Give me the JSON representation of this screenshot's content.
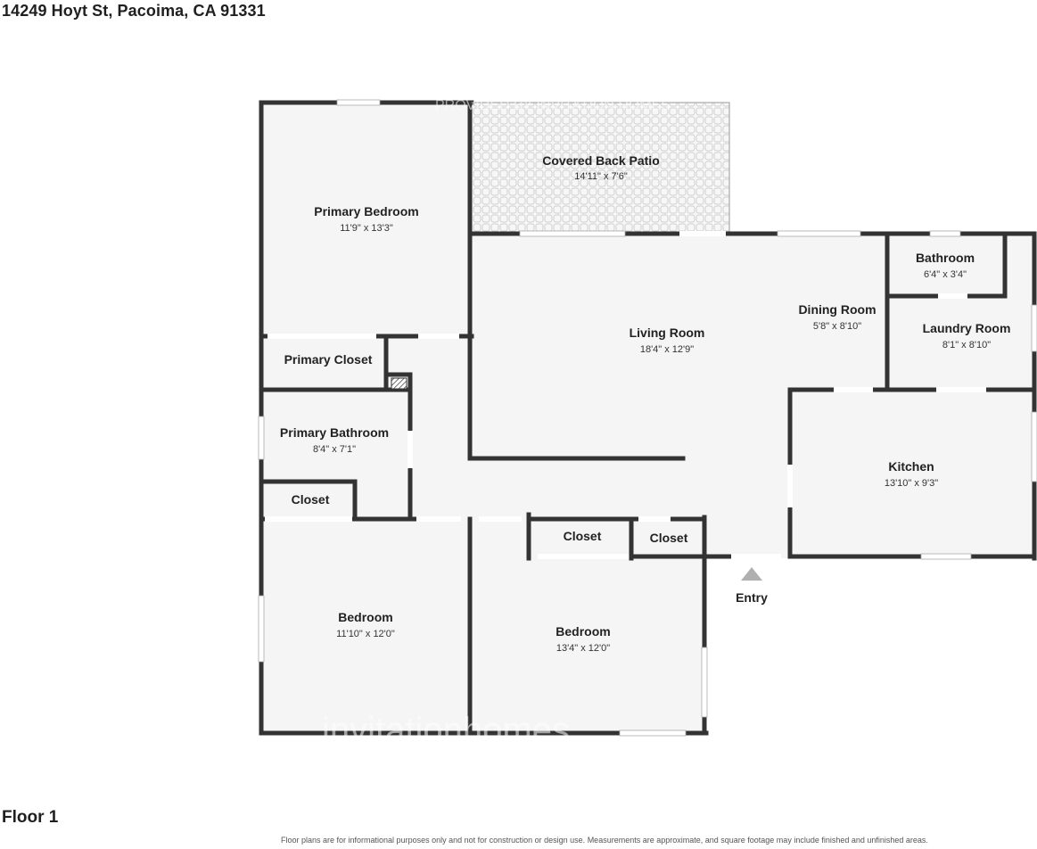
{
  "address": "14249 Hoyt St, Pacoima, CA 91331",
  "floor_label": "Floor 1",
  "disclaimer": "Floor plans are for informational purposes only and not for construction or design use. Measurements are approximate, and square footage may include finished and unfinished areas.",
  "entry_label": "Entry",
  "watermarks": {
    "top": "PROVIDED BY INVITATION HOMES",
    "bottom": "invitationhomes"
  },
  "colors": {
    "wall": "#333333",
    "floor": "#f5f5f5",
    "patio_tile": "#d6d6d6",
    "entry_marker": "#b0b0b0"
  },
  "rooms": {
    "covered_back_patio": {
      "name": "Covered Back Patio",
      "dim": "14'11\" x 7'6\""
    },
    "primary_bedroom": {
      "name": "Primary Bedroom",
      "dim": "11'9\" x 13'3\""
    },
    "living_room": {
      "name": "Living Room",
      "dim": "18'4\" x 12'9\""
    },
    "dining_room": {
      "name": "Dining Room",
      "dim": "5'8\" x 8'10\""
    },
    "bathroom": {
      "name": "Bathroom",
      "dim": "6'4\" x 3'4\""
    },
    "laundry_room": {
      "name": "Laundry Room",
      "dim": "8'1\" x 8'10\""
    },
    "primary_closet": {
      "name": "Primary Closet"
    },
    "primary_bathroom": {
      "name": "Primary Bathroom",
      "dim": "8'4\" x 7'1\""
    },
    "kitchen": {
      "name": "Kitchen",
      "dim": "13'10\" x 9'3\""
    },
    "closet_left": {
      "name": "Closet"
    },
    "closet_mid_1": {
      "name": "Closet"
    },
    "closet_mid_2": {
      "name": "Closet"
    },
    "bedroom_left": {
      "name": "Bedroom",
      "dim": "11'10\" x 12'0\""
    },
    "bedroom_right": {
      "name": "Bedroom",
      "dim": "13'4\" x 12'0\""
    }
  }
}
